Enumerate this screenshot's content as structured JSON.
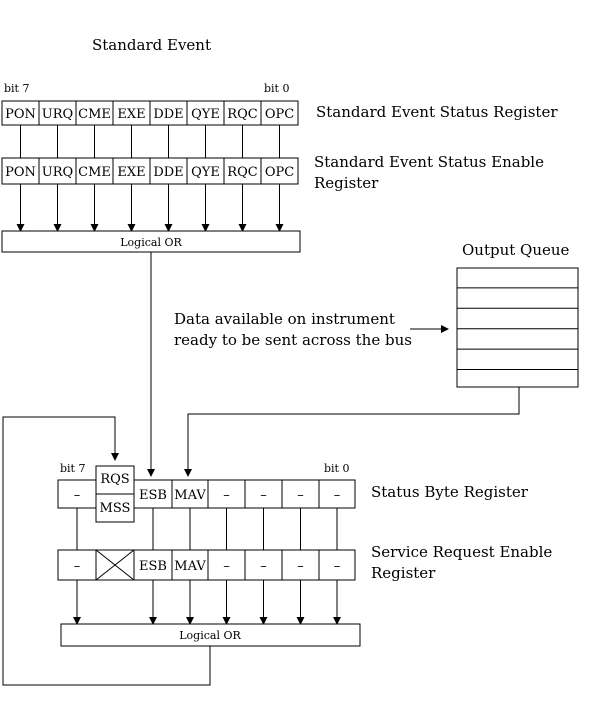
{
  "title": "Standard Event",
  "ser": {
    "bit_high": "bit 7",
    "bit_low": "bit 0",
    "cells": [
      "PON",
      "URQ",
      "CME",
      "EXE",
      "DDE",
      "QYE",
      "RQC",
      "OPC"
    ],
    "label": "Standard Event Status Register"
  },
  "sere": {
    "cells": [
      "PON",
      "URQ",
      "CME",
      "EXE",
      "DDE",
      "QYE",
      "RQC",
      "OPC"
    ],
    "label_line1": "Standard Event Status Enable",
    "label_line2": "Register"
  },
  "or_top": {
    "label": "Logical OR"
  },
  "output_queue": {
    "title": "Output Queue",
    "rows": 6
  },
  "data_available": {
    "line1": "Data available on instrument",
    "line2": "ready to be sent across the bus"
  },
  "sbr": {
    "bit_high": "bit 7",
    "bit_low": "bit 0",
    "rqs": "RQS",
    "mss": "MSS",
    "cells": [
      "–",
      "",
      "ESB",
      "MAV",
      "–",
      "–",
      "–",
      "–"
    ],
    "label": "Status Byte Register"
  },
  "sre": {
    "cells": [
      "–",
      "",
      "ESB",
      "MAV",
      "–",
      "–",
      "–",
      "–"
    ],
    "label_line1": "Service Request Enable",
    "label_line2": "Register"
  },
  "or_bottom": {
    "label": "Logical OR"
  }
}
